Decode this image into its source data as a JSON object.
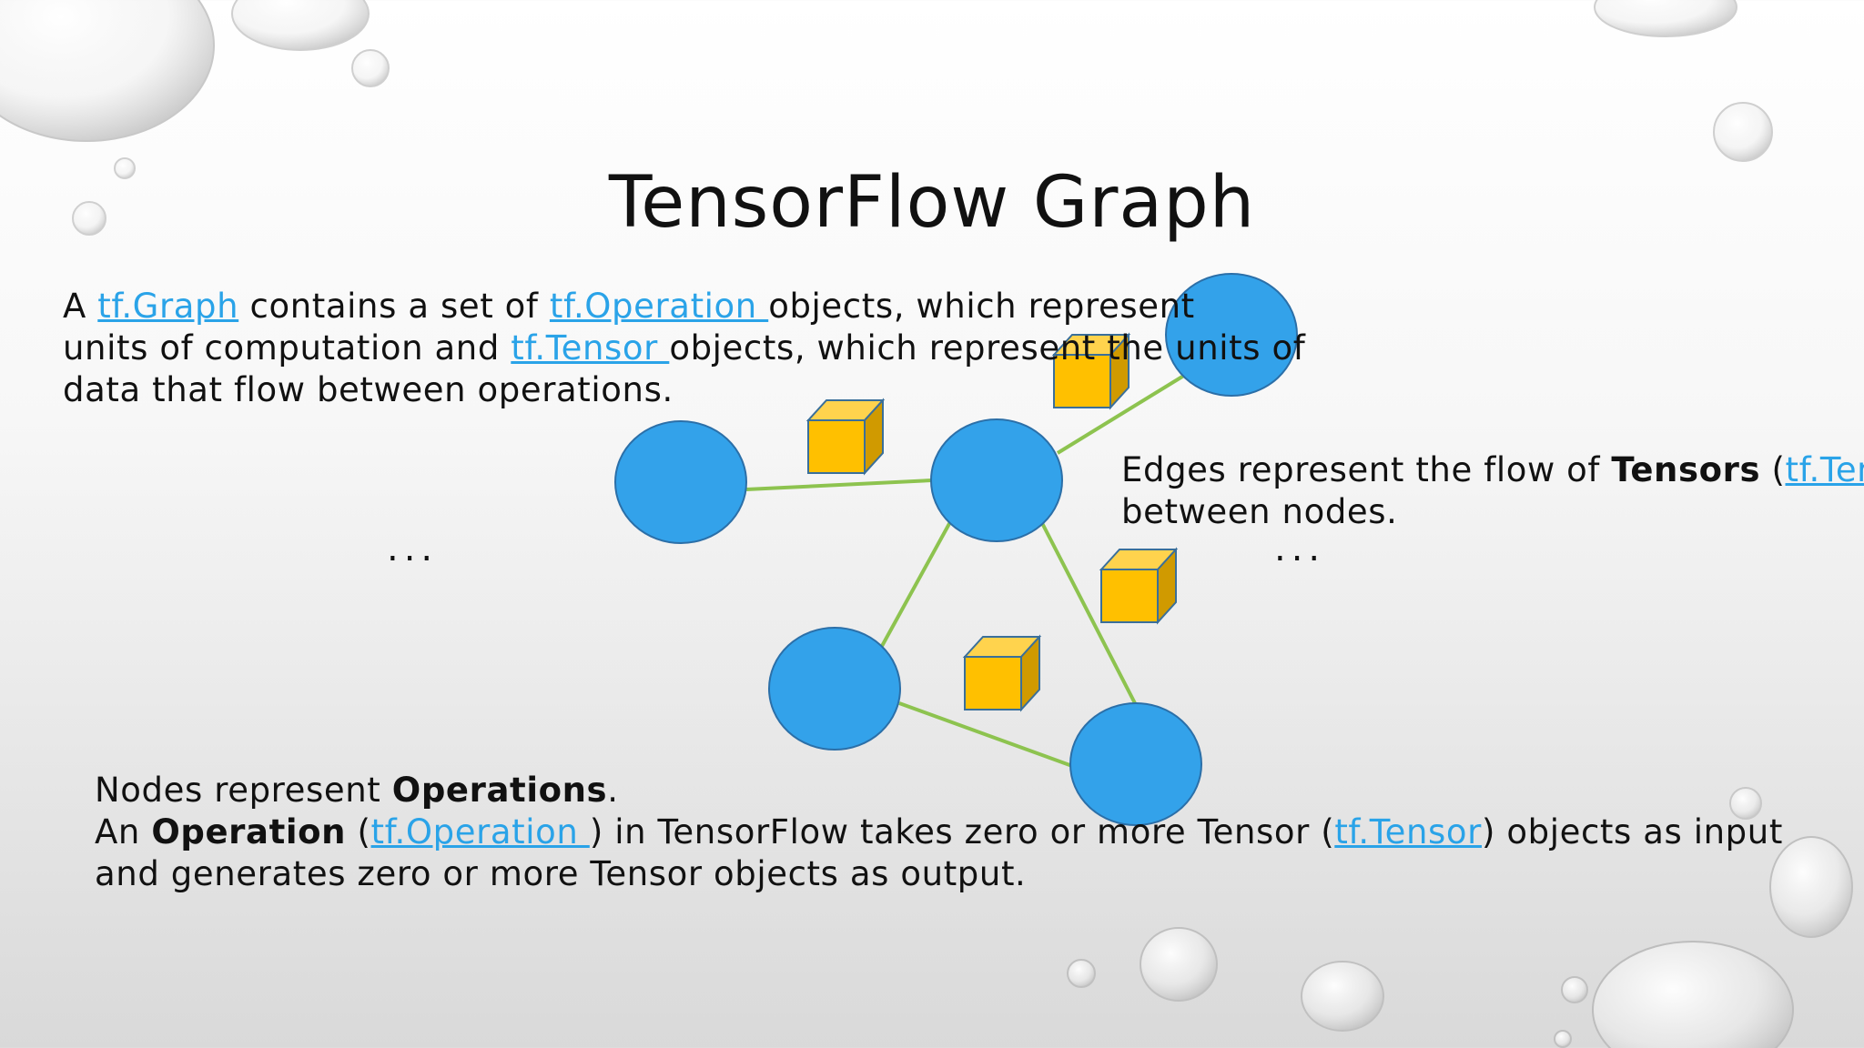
{
  "title": "TensorFlow Graph",
  "intro": {
    "t1": "A ",
    "link_graph": "tf.Graph",
    "t2": " contains a set of ",
    "link_operation": "tf.Operation ",
    "t3": "objects, which represent",
    "t4": "units of computation and ",
    "link_tensor": "tf.Tensor ",
    "t5": "objects, which represent the units of",
    "t6": "data that flow between operations."
  },
  "edges_note": {
    "t1": "Edges represent the flow of ",
    "bold": "Tensors",
    "t2": " (",
    "link": "tf.Tensor",
    "t3": "between nodes."
  },
  "nodes_note": {
    "t1": "Nodes represent ",
    "bold1": "Operations",
    "t2": ".",
    "t3": "An ",
    "bold2": "Operation",
    "t4": " (",
    "link_operation": "tf.Operation ",
    "t5": ") in TensorFlow takes zero or more Tensor (",
    "link_tensor": "tf.Tensor",
    "t6": ") objects as input",
    "t7": "and generates zero or more Tensor objects as output."
  },
  "ellipsis_left": "...",
  "ellipsis_right": "...",
  "colors": {
    "node_fill": "#33a2ea",
    "node_stroke": "#2b6fa8",
    "edge": "#8dc34f",
    "cube_fill": "#ffc000",
    "link": "#2aa3e8"
  }
}
